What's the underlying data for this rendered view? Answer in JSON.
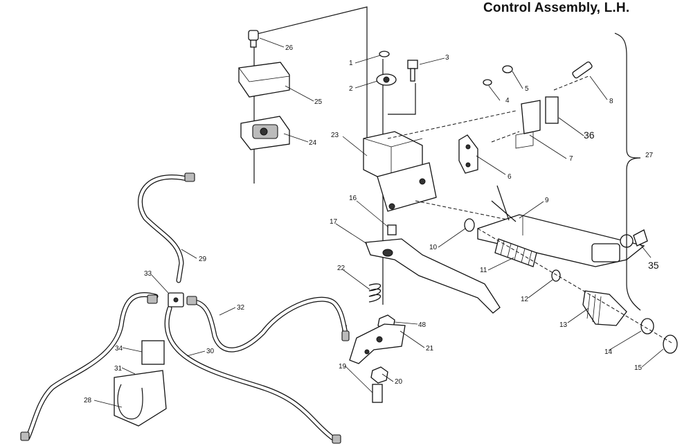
{
  "title": "Control Assembly, L.H.",
  "callouts": [
    "1",
    "2",
    "3",
    "4",
    "5",
    "6",
    "7",
    "8",
    "9",
    "10",
    "11",
    "12",
    "13",
    "14",
    "15",
    "16",
    "17",
    "19",
    "20",
    "21",
    "22",
    "23",
    "24",
    "25",
    "26",
    "27",
    "28",
    "29",
    "30",
    "31",
    "32",
    "33",
    "34",
    "35",
    "36",
    "48"
  ]
}
